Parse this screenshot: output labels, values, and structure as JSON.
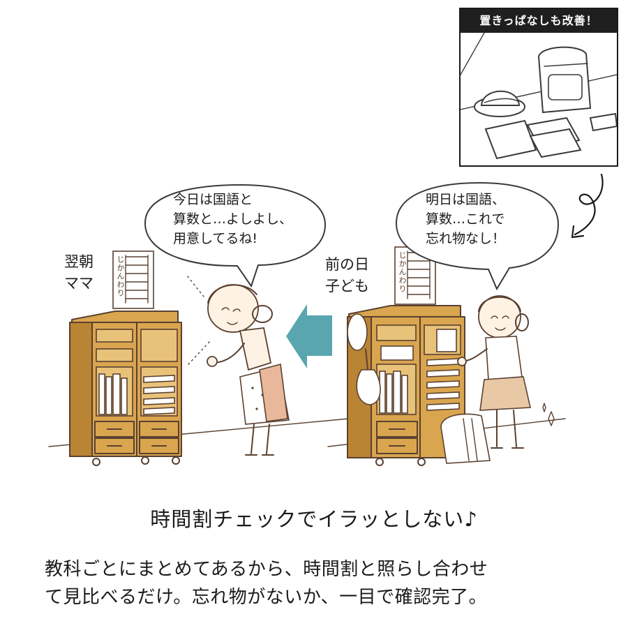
{
  "callout": {
    "title": "置きっぱなしも改善！"
  },
  "left_scene": {
    "bubble": "今日は国語と\n算数と…よしよし、\n用意してるね!",
    "label": "翌朝\nママ",
    "schedule_label": "じかんわり"
  },
  "right_scene": {
    "bubble": "明日は国語、\n算数…これで\n忘れ物なし！",
    "label": "前の日\n子ども",
    "schedule_label": "じかんわり"
  },
  "colors": {
    "wood": "#d9a54f",
    "ink": "#5a4030",
    "arrow": "#5aa6b0"
  },
  "headline": "時間割チェックでイラッとしない♪",
  "body": {
    "line1": "教科ごとにまとめてあるから、時間割と照らし合わせ",
    "line2": "て見比べるだけ。忘れ物がないか、一目で確認完了。"
  }
}
